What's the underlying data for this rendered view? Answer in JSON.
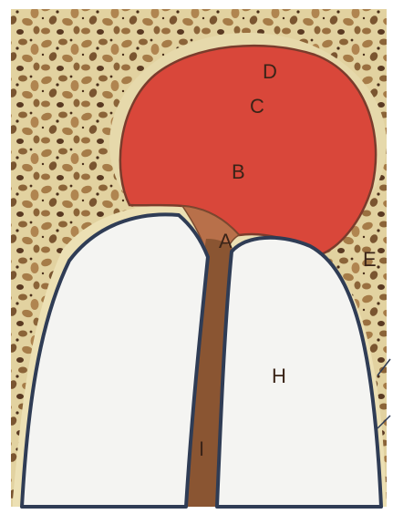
{
  "figure": {
    "labels": {
      "A": "A",
      "B": "B",
      "C": "C",
      "D": "D",
      "E": "E",
      "H": "H",
      "I": "I"
    }
  },
  "colors": {
    "background": "#ffffff",
    "bone_matrix": "#e2d2a0",
    "bone_trabeculae": "#a67c48",
    "bone_dark": "#5a3a22",
    "lesion": "#d9473a",
    "lesion_border": "#7a3c2c",
    "cortical_line": "#2f3c55",
    "root": "#f4f4f2",
    "septum": "#8a5532",
    "papilla": "#b8704a"
  }
}
